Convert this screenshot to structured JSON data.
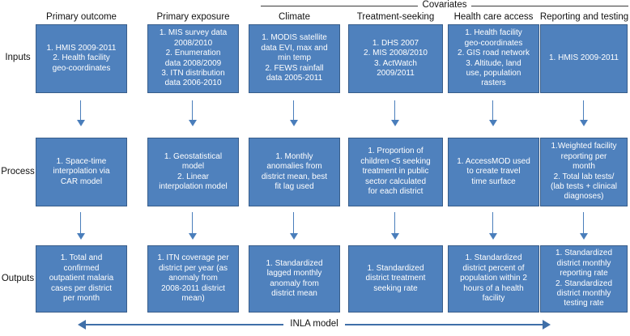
{
  "figure": {
    "covariates_bracket_label": "Covariates",
    "bottom_arrow_label": "INLA model",
    "box_fill_color": "#4f81bd",
    "box_border_color": "#385d8a",
    "arrow_color": "#4a7ebb"
  },
  "row_labels": [
    {
      "key": "inputs",
      "label": "Inputs"
    },
    {
      "key": "process",
      "label": "Process"
    },
    {
      "key": "outputs",
      "label": "Outputs"
    }
  ],
  "columns": [
    {
      "key": "primary-outcome",
      "header": "Primary outcome",
      "inputs": "1. HMIS 2009-2011\n2. Health facility\ngeo-coordinates",
      "process": "1. Space-time\ninterpolation via\nCAR model",
      "outputs": "1. Total and\nconfirmed\noutpatient malaria\ncases per district\nper month"
    },
    {
      "key": "primary-exposure",
      "header": "Primary exposure",
      "inputs": "1. MIS survey data\n2008/2010\n2. Enumeration\ndata 2008/2009\n3. ITN distribution\ndata 2006-2010",
      "process": "1. Geostatistical\nmodel\n2. Linear\ninterpolation model",
      "outputs": "1. ITN coverage per\ndistrict per year (as\nanomaly from\n2008-2011 district\nmean)"
    },
    {
      "key": "climate",
      "header": "Climate",
      "inputs": "1. MODIS satellite\ndata EVI, max and\nmin temp\n2. FEWS rainfall\ndata 2005-2011",
      "process": "1. Monthly\nanomalies from\ndistrict mean, best\nfit lag used",
      "outputs": "1. Standardized\nlagged monthly\nanomaly from\ndistrict mean"
    },
    {
      "key": "treatment-seeking",
      "header": "Treatment-seeking",
      "inputs": "1. DHS 2007\n2. MIS 2008/2010\n3. ActWatch\n2009/2011",
      "process": "1. Proportion of\nchildren <5 seeking\ntreatment in public\nsector calculated\nfor each district",
      "outputs": "1. Standardized\ndistrict treatment\nseeking rate"
    },
    {
      "key": "health-care-access",
      "header": "Health care access",
      "inputs": "1. Health facility\ngeo-coordinates\n2. GIS road network\n3. Altitude, land\nuse, population\nrasters",
      "process": "1. AccessMOD used\nto create travel\ntime surface",
      "outputs": "1. Standardized\ndistrict percent of\npopulation within 2\nhours of a health\nfacility"
    },
    {
      "key": "reporting-and-testing",
      "header": "Reporting and testing",
      "inputs": "1. HMIS 2009-2011",
      "process": "1.Weighted facility\nreporting per\nmonth\n2. Total lab tests/\n(lab tests + clinical\ndiagnoses)",
      "outputs": "1. Standardized\ndistrict monthly\nreporting rate\n2. Standardized\ndistrict monthly\ntesting rate"
    }
  ]
}
